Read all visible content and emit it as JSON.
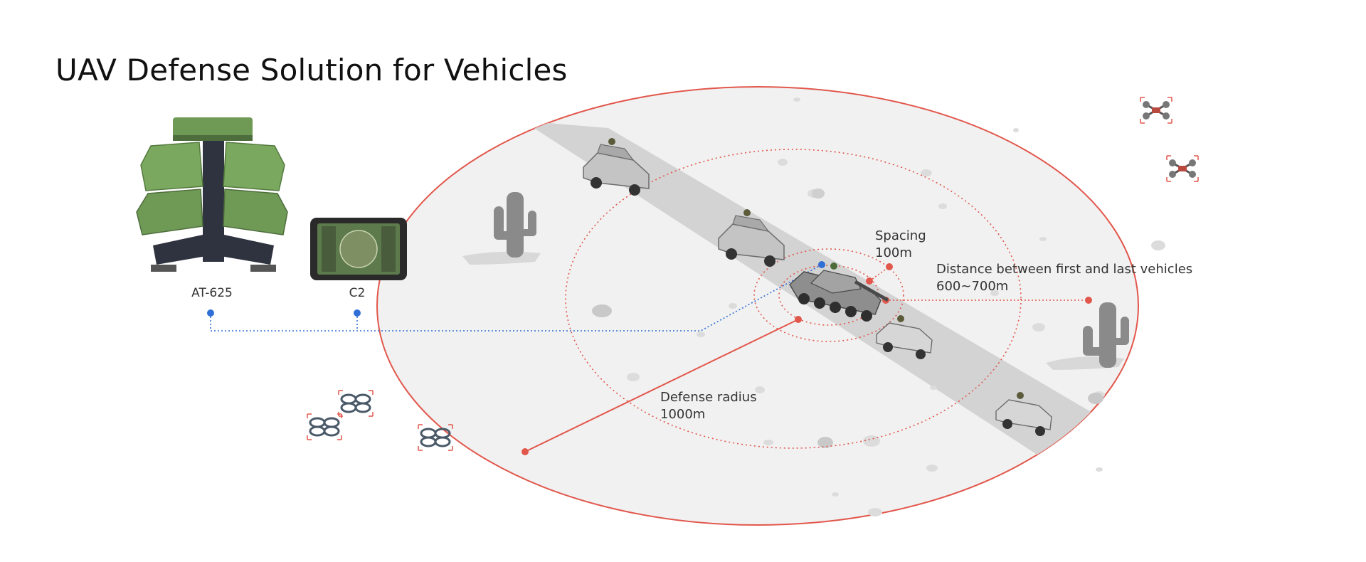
{
  "title": "UAV Defense Solution for Vehicles",
  "devices": {
    "radar_label": "AT-625",
    "tablet_label": "C2"
  },
  "annotations": {
    "spacing_label": "Spacing",
    "spacing_value": "100m",
    "distance_label": "Distance between first and last vehicles",
    "distance_value": "600~700m",
    "radius_label": "Defense radius",
    "radius_value": "1000m"
  },
  "colors": {
    "accent_red": "#e2574c",
    "link_blue": "#2f6fd6",
    "ground": "#f1f1f1",
    "road": "#d2d2d2",
    "radar_green": "#6f9a56"
  }
}
